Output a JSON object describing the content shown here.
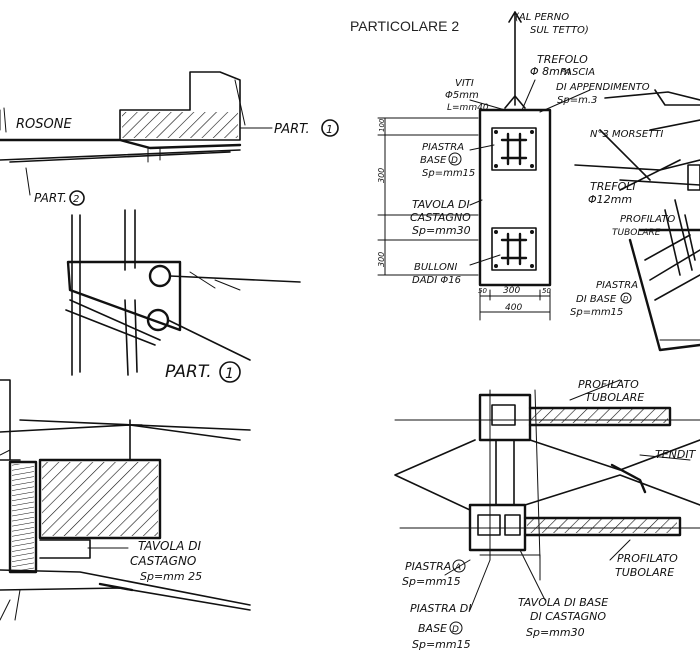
{
  "sheet": {
    "title": "PARTICOLARE 2"
  },
  "left_top": {
    "rosone": "ROSONE",
    "part1": "PART.",
    "part1_num": "1",
    "part2": "PART.",
    "part2_num": "2"
  },
  "left_mid": {
    "part1": "PART.",
    "part1_num": "1"
  },
  "left_bottom": {
    "tavola_1": "TAVOLA DI",
    "tavola_2": "CASTAGNO",
    "tavola_3": "Sp=mm 25"
  },
  "elevation": {
    "perno_1": "(AL PERNO",
    "perno_2": "SUL TETTO)",
    "trefolo_1": "TREFOLO",
    "trefolo_2": "Φ 8mm",
    "viti_1": "VITI",
    "viti_2": "Φ5mm",
    "viti_3": "L=mm40",
    "fascia_1": "FASCIA",
    "fascia_2": "DI APPENDIMENTO",
    "fascia_3": "Sp=m.3",
    "piastra_1": "PIASTRA",
    "piastra_2": "BASE",
    "piastra_3": "Sp=mm15",
    "piastra_num": "D",
    "tavola_1": "TAVOLA DI",
    "tavola_2": "CASTAGNO",
    "tavola_3": "Sp=mm30",
    "bulloni_1": "BULLONI",
    "bulloni_2": "DADI Φ16",
    "dim_100a": "100",
    "dim_300": "300",
    "dim_300v": "300",
    "dim_300v2": "300",
    "dim_400": "400",
    "dim_50a": "50",
    "dim_50b": "50"
  },
  "perspective": {
    "morsetti": "N°3 MORSETTI",
    "trefoli_1": "TREFOLI",
    "trefoli_2": "Φ12mm",
    "profilato_1": "PROFILATO",
    "profilato_2": "TUBOLARE",
    "piastra_1": "PIASTRA",
    "piastra_2": "DI BASE",
    "piastra_3": "Sp=mm15",
    "piastra_num": "D"
  },
  "plan": {
    "profilato_top_1": "PROFILATO",
    "profilato_top_2": "TUBOLARE",
    "tendit": "TENDIT",
    "piastra_a_1": "PIASTRA",
    "piastra_a_2": "Sp=mm15",
    "piastra_a_num": "A",
    "piastra_d_1": "PIASTRA DI",
    "piastra_d_2": "BASE",
    "piastra_d_3": "Sp=mm15",
    "piastra_d_num": "D",
    "tavola_1": "TAVOLA DI BASE",
    "tavola_2": "DI CASTAGNO",
    "tavola_3": "Sp=mm30",
    "profilato_bot_1": "PROFILATO",
    "profilato_bot_2": "TUBOLARE"
  }
}
